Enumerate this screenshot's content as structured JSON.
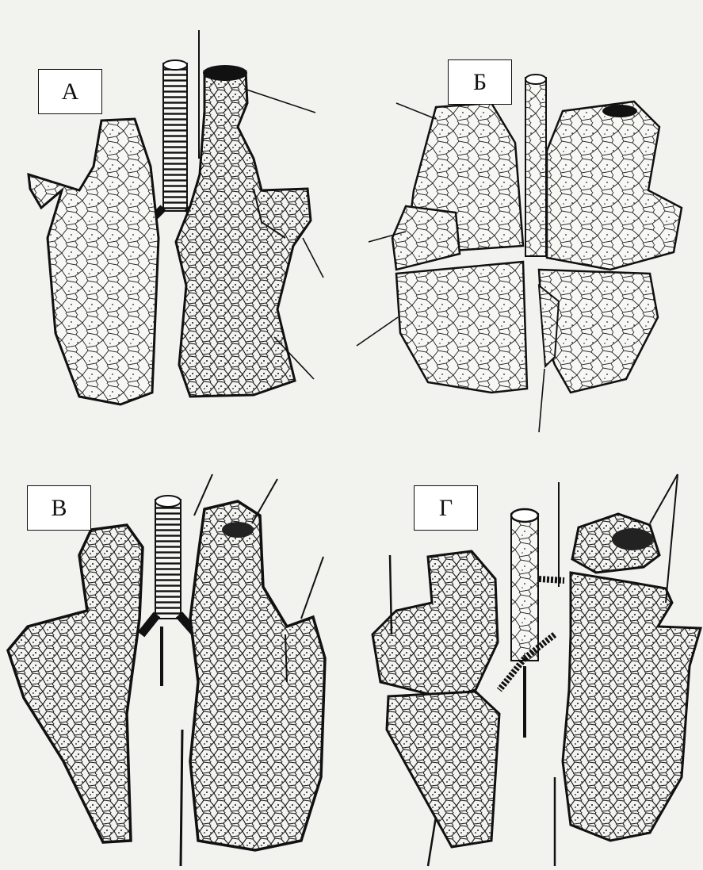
{
  "panels": [
    {
      "id": "a",
      "label": "А"
    },
    {
      "id": "b",
      "label": "Б"
    },
    {
      "id": "c",
      "label": "В"
    },
    {
      "id": "d",
      "label": "Г"
    }
  ],
  "colors": {
    "background": "#f2f2ef",
    "ink": "#1a1a1a",
    "lung_fill": "#f7f7f4",
    "label_box": "#ffffff"
  }
}
